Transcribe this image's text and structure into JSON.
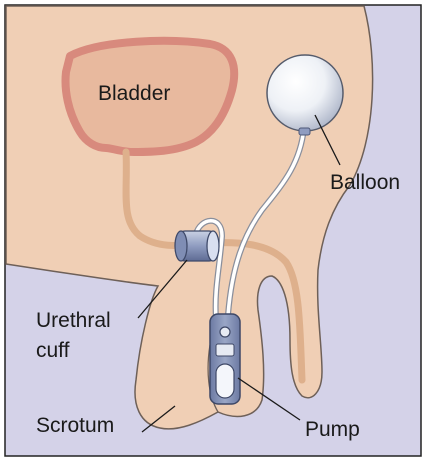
{
  "labels": {
    "bladder": "Bladder",
    "balloon": "Balloon",
    "urethral_cuff_line1": "Urethral",
    "urethral_cuff_line2": "cuff",
    "scrotum": "Scrotum",
    "pump": "Pump"
  },
  "colors": {
    "background": "#d4d2e8",
    "skin": "#f0cfb5",
    "skin_outline": "#7a6a60",
    "bladder_fill": "#e9b79b",
    "bladder_rim": "#d98d7f",
    "urethra": "#e2b592",
    "tubing": "#ffffff",
    "device_blue": "#7f8db4",
    "device_light": "#e6eaf3"
  }
}
